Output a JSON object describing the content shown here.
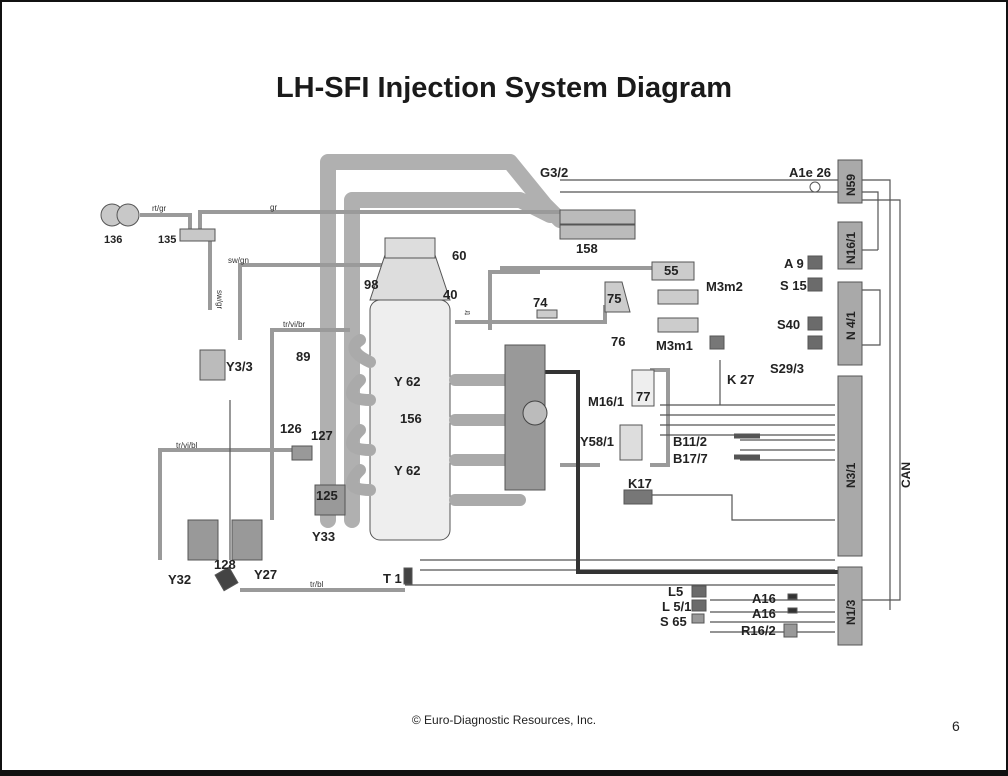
{
  "page": {
    "title": "LH-SFI Injection System Diagram",
    "footer": "© Euro-Diagnostic Resources, Inc.",
    "page_number": "6"
  },
  "colors": {
    "fill_gray": "#a9a9a9",
    "dark_gray": "#6b6b6b",
    "line": "#555555",
    "hose": "#b4b4b4"
  },
  "labels": {
    "c136": "136",
    "c135": "135",
    "rtgr": "rt/gr",
    "gr": "gr",
    "swgr": "sw/gr",
    "swgn": "sw/gn",
    "y33_valve": "Y3/3",
    "trvibr": "tr/vi/br",
    "c89": "89",
    "c98": "98",
    "c60": "60",
    "c40": "40",
    "tr": "tr",
    "c74": "74",
    "c75": "75",
    "c76": "76",
    "c55": "55",
    "m3m2": "M3m2",
    "m3m1": "M3m1",
    "k27": "K 27",
    "g32": "G3/2",
    "c158": "158",
    "y62a": "Y 62",
    "y62b": "Y 62",
    "c156": "156",
    "m161": "M16/1",
    "c77": "77",
    "y581": "Y58/1",
    "k17": "K17",
    "c126": "126",
    "c127": "127",
    "c125": "125",
    "y33": "Y33",
    "trvibl": "tr/vi/bl",
    "y32": "Y32",
    "y27": "Y27",
    "c128": "128",
    "trbl": "tr/bl",
    "t1": "T 1",
    "a1e26": "A1e 26",
    "n59": "N59",
    "n161": "N16/1",
    "a9": "A 9",
    "s15": "S 15",
    "n41": "N 4/1",
    "s40": "S40",
    "s293": "S29/3",
    "n31": "N3/1",
    "can": "CAN",
    "b112": "B11/2",
    "b177": "B17/7",
    "l5": "L5",
    "l51": "L 5/1",
    "s65": "S 65",
    "a16a": "A16",
    "a16b": "A16",
    "r162": "R16/2",
    "n13": "N1/3"
  }
}
